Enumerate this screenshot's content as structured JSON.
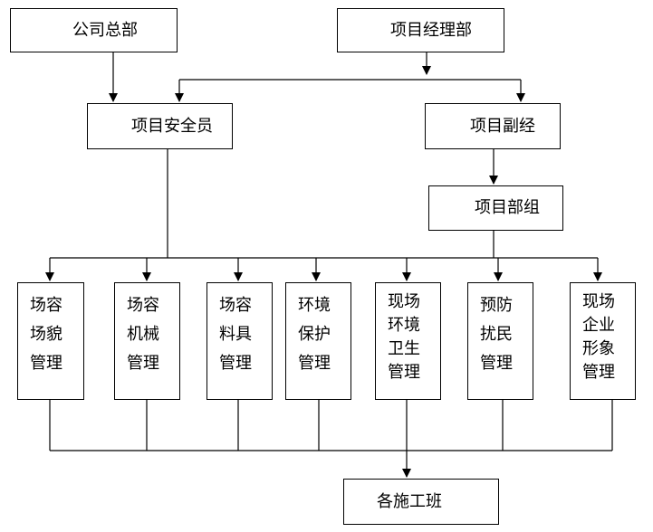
{
  "diagram": {
    "top_left": "公司总部",
    "top_right": "项目经理部",
    "safety_officer": "项目安全员",
    "deputy_manager": "项目副经",
    "dept_group": "项目部组",
    "leaves": [
      [
        "场容",
        "场貌",
        "管理"
      ],
      [
        "场容",
        "机械",
        "管理"
      ],
      [
        "场容",
        "料具",
        "管理"
      ],
      [
        "环境",
        "保护",
        "管理"
      ],
      [
        "现场",
        "环境",
        "卫生",
        "管理"
      ],
      [
        "预防",
        "扰民",
        "管理"
      ],
      [
        "现场",
        "企业",
        "形象",
        "管理"
      ]
    ],
    "bottom": "各施工班"
  }
}
